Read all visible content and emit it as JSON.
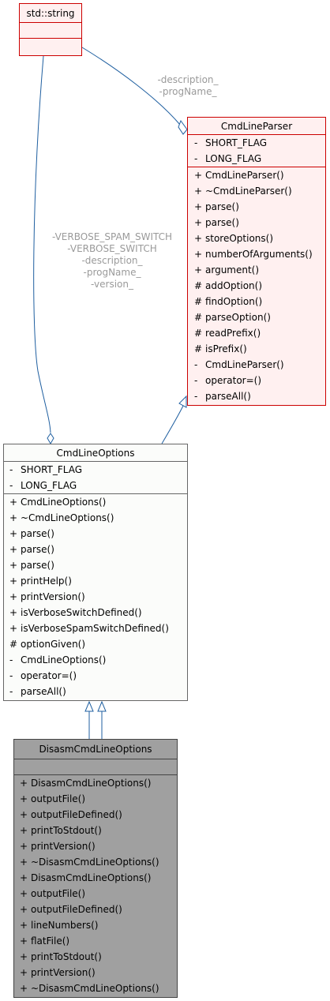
{
  "classes": {
    "string": {
      "name": "std::string"
    },
    "parser": {
      "name": "CmdLineParser",
      "attributes": [
        {
          "vis": "-",
          "text": "SHORT_FLAG"
        },
        {
          "vis": "-",
          "text": "LONG_FLAG"
        }
      ],
      "methods": [
        {
          "vis": "+",
          "text": "CmdLineParser()"
        },
        {
          "vis": "+",
          "text": "~CmdLineParser()"
        },
        {
          "vis": "+",
          "text": "parse()"
        },
        {
          "vis": "+",
          "text": "parse()"
        },
        {
          "vis": "+",
          "text": "storeOptions()"
        },
        {
          "vis": "+",
          "text": "numberOfArguments()"
        },
        {
          "vis": "+",
          "text": "argument()"
        },
        {
          "vis": "#",
          "text": "addOption()"
        },
        {
          "vis": "#",
          "text": "findOption()"
        },
        {
          "vis": "#",
          "text": "parseOption()"
        },
        {
          "vis": "#",
          "text": "readPrefix()"
        },
        {
          "vis": "#",
          "text": "isPrefix()"
        },
        {
          "vis": "-",
          "text": "CmdLineParser()"
        },
        {
          "vis": "-",
          "text": "operator=()"
        },
        {
          "vis": "-",
          "text": "parseAll()"
        }
      ]
    },
    "options": {
      "name": "CmdLineOptions",
      "attributes": [
        {
          "vis": "-",
          "text": "SHORT_FLAG"
        },
        {
          "vis": "-",
          "text": "LONG_FLAG"
        }
      ],
      "methods": [
        {
          "vis": "+",
          "text": "CmdLineOptions()"
        },
        {
          "vis": "+",
          "text": "~CmdLineOptions()"
        },
        {
          "vis": "+",
          "text": "parse()"
        },
        {
          "vis": "+",
          "text": "parse()"
        },
        {
          "vis": "+",
          "text": "parse()"
        },
        {
          "vis": "+",
          "text": "printHelp()"
        },
        {
          "vis": "+",
          "text": "printVersion()"
        },
        {
          "vis": "+",
          "text": "isVerboseSwitchDefined()"
        },
        {
          "vis": "+",
          "text": "isVerboseSpamSwitchDefined()"
        },
        {
          "vis": "#",
          "text": "optionGiven()"
        },
        {
          "vis": "-",
          "text": "CmdLineOptions()"
        },
        {
          "vis": "-",
          "text": "operator=()"
        },
        {
          "vis": "-",
          "text": "parseAll()"
        }
      ]
    },
    "disasm": {
      "name": "DisasmCmdLineOptions",
      "methods": [
        {
          "vis": "+",
          "text": "DisasmCmdLineOptions()"
        },
        {
          "vis": "+",
          "text": "outputFile()"
        },
        {
          "vis": "+",
          "text": "outputFileDefined()"
        },
        {
          "vis": "+",
          "text": "printToStdout()"
        },
        {
          "vis": "+",
          "text": "printVersion()"
        },
        {
          "vis": "+",
          "text": "~DisasmCmdLineOptions()"
        },
        {
          "vis": "+",
          "text": "DisasmCmdLineOptions()"
        },
        {
          "vis": "+",
          "text": "outputFile()"
        },
        {
          "vis": "+",
          "text": "outputFileDefined()"
        },
        {
          "vis": "+",
          "text": "lineNumbers()"
        },
        {
          "vis": "+",
          "text": "flatFile()"
        },
        {
          "vis": "+",
          "text": "printToStdout()"
        },
        {
          "vis": "+",
          "text": "printVersion()"
        },
        {
          "vis": "+",
          "text": "~DisasmCmdLineOptions()"
        }
      ]
    }
  },
  "edge_labels": {
    "string_to_parser": [
      "-description_",
      "-progName_"
    ],
    "string_to_options": [
      "-VERBOSE_SPAM_SWITCH",
      "-VERBOSE_SWITCH",
      "-description_",
      "-progName_",
      "-version_"
    ]
  },
  "colors": {
    "edge": "#1f5fa0",
    "parser_border": "#cc0000",
    "parser_fill": "#fff0f0",
    "options_border": "#666666",
    "options_fill": "#fbfcfa",
    "disasm_border": "#444444",
    "disasm_fill": "#a0a0a0",
    "edge_label": "#9a9a9a"
  }
}
